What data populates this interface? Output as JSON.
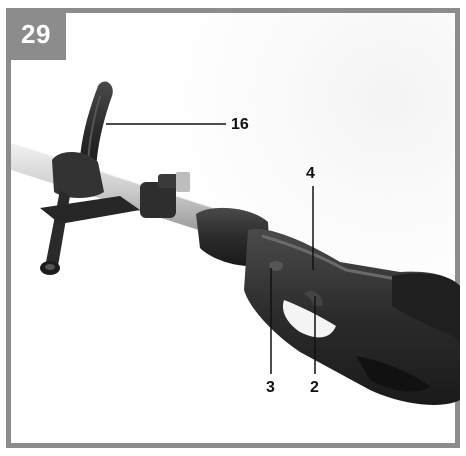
{
  "figure_number": "29",
  "callouts": {
    "handle_label": "16",
    "lock_label": "4",
    "left_button_label": "3",
    "trigger_label": "2"
  },
  "colors": {
    "frame": "#8c8c8c",
    "tool_body": "#2a2a2a",
    "shaft": "#d9d9d9"
  }
}
